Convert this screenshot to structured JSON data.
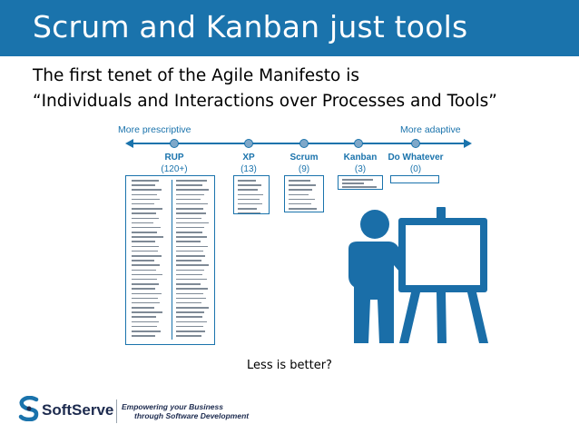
{
  "slide": {
    "title": "Scrum and Kanban just tools",
    "subtitle_line1": "The first tenet of the Agile Manifesto is",
    "subtitle_line2": "“Individuals and Interactions over Processes and Tools”",
    "caption": "Less is better?"
  },
  "scale": {
    "left_label": "More prescriptive",
    "right_label": "More adaptive",
    "accent_color": "#1a73ac"
  },
  "methods": [
    {
      "name": "RUP",
      "count": "(120+)"
    },
    {
      "name": "XP",
      "count": "(13)"
    },
    {
      "name": "Scrum",
      "count": "(9)"
    },
    {
      "name": "Kanban",
      "count": "(3)"
    },
    {
      "name": "Do Whatever",
      "count": "(0)"
    }
  ],
  "footer": {
    "company": "SoftServe",
    "tagline_line1": "Empowering your Business",
    "tagline_line2": "through Software Development"
  },
  "icons": {
    "presenter": "presenter-at-easel-icon",
    "logo": "softserve-logo-icon"
  }
}
